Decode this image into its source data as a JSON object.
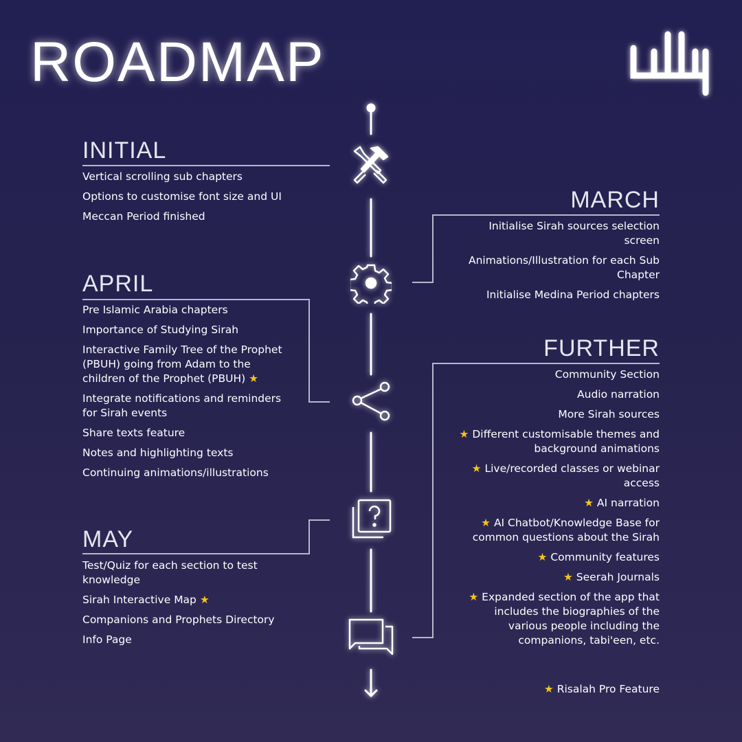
{
  "title": "ROADMAP",
  "logo_text": "رسالة",
  "star_color": "#f5c518",
  "star": "★",
  "sections": {
    "initial": {
      "heading": "INITIAL",
      "items": [
        "Vertical scrolling sub chapters",
        "Options to customise font size and UI",
        "Meccan Period finished"
      ]
    },
    "april": {
      "heading": "APRIL",
      "items": [
        "Pre Islamic Arabia chapters",
        "Importance of Studying Sirah",
        "Interactive Family Tree of the Prophet (PBUH) going from Adam to the children of the Prophet (PBUH)",
        "Integrate notifications and reminders for Sirah events",
        "Share texts feature",
        "Notes and highlighting texts",
        "Continuing animations/illustrations"
      ]
    },
    "may": {
      "heading": "MAY",
      "items": [
        "Test/Quiz for each section to test knowledge",
        "Sirah Interactive Map",
        "Companions and Prophets Directory",
        "Info Page"
      ]
    },
    "march": {
      "heading": "MARCH",
      "items": [
        "Initialise Sirah sources selection screen",
        "Animations/Illustration for each Sub Chapter",
        "Initialise Medina Period chapters"
      ]
    },
    "further": {
      "heading": "FURTHER",
      "items": [
        "Community Section",
        "Audio narration",
        "More Sirah sources",
        "Different customisable themes and background animations",
        "Live/recorded classes or webinar access",
        "AI narration",
        "AI Chatbot/Knowledge Base for common questions about the Sirah",
        "Community features",
        "Seerah Journals",
        "Expanded section of the app that includes the biographies of the various people including the companions, tabi'een, etc."
      ]
    }
  },
  "legend": "Risalah Pro Feature",
  "icons": [
    "tools-icon",
    "gear-icon",
    "share-icon",
    "quiz-icon",
    "chat-icon"
  ]
}
